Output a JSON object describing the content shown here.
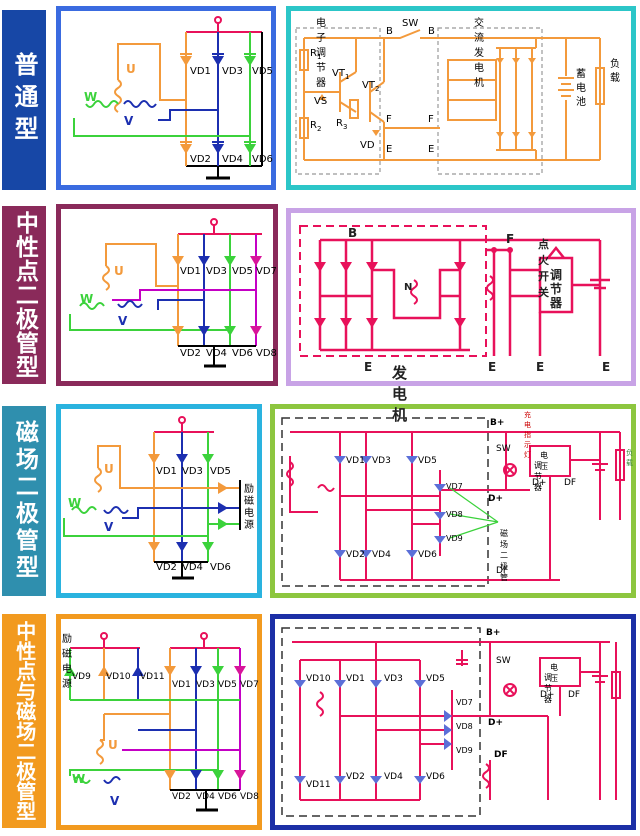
{
  "colors": {
    "row1_label_bg": "#1747a6",
    "row1_left_border": "#3a6be0",
    "row1_right_border": "#2cc6c8",
    "row2_label_bg": "#8a2a5a",
    "row2_left_border": "#8a2a5a",
    "row2_right_border": "#c8a3e6",
    "row3_label_bg": "#2f8fae",
    "row3_left_border": "#2ab3df",
    "row3_right_border": "#8dc63f",
    "row4_label_bg": "#f29a1f",
    "row4_left_border": "#f29a1f",
    "row4_right_border": "#1c2fa6",
    "wire_orange": "#f39a3c",
    "wire_blue": "#1c2fb0",
    "wire_green": "#3bd23b",
    "wire_red": "#e8115a",
    "wire_purple": "#c400c4",
    "diode_orange": "#f39a3c",
    "diode_blue": "#1c2fb0",
    "diode_green": "#3bd23b",
    "diode_pink": "#d8159a"
  },
  "sections": [
    {
      "label": "普通型"
    },
    {
      "label": "中性点二极管型"
    },
    {
      "label": "磁场二极管型"
    },
    {
      "label": "中性点与磁场二极管型"
    }
  ],
  "row1": {
    "left": {
      "diodes_top": [
        "VD1",
        "VD3",
        "VD5"
      ],
      "diodes_bottom": [
        "VD2",
        "VD4",
        "VD6"
      ],
      "phases": [
        "U",
        "V",
        "W"
      ]
    },
    "right": {
      "regulator_title": "电子调节器",
      "alternator_title": "交流发电机",
      "switch": "SW",
      "battery": "蓄电池",
      "load": "负载",
      "R1": "R",
      "R1_sub": "1",
      "R2": "R",
      "R2_sub": "2",
      "R3": "R",
      "R3_sub": "3",
      "VT1": "VT",
      "VT1_sub": "1",
      "VT2": "VT",
      "VT2_sub": "2",
      "VS": "VS",
      "VD": "VD",
      "B": "B",
      "F": "F",
      "E": "E"
    }
  },
  "row2": {
    "left": {
      "diodes_top": [
        "VD1",
        "VD3",
        "VD5",
        "VD7"
      ],
      "diodes_bottom": [
        "VD2",
        "VD4",
        "VD6",
        "VD8"
      ],
      "phases": [
        "U",
        "V",
        "W"
      ]
    },
    "right": {
      "B": "B",
      "F": "F",
      "E": "E",
      "N": "N",
      "ignition": "点火开关",
      "regulator": "调节器",
      "generator": "发电机"
    }
  },
  "row3": {
    "left": {
      "diodes_top": [
        "VD1",
        "VD3",
        "VD5"
      ],
      "diodes_bottom": [
        "VD2",
        "VD4",
        "VD6"
      ],
      "phases": [
        "U",
        "V",
        "W"
      ],
      "field_supply": "励磁电源"
    },
    "right": {
      "B": "B+",
      "lamp": "充电指示灯",
      "sw": "SW",
      "reg1": "电压",
      "reg2": "调节器",
      "D": "D+",
      "DF": "DF",
      "load": "负载",
      "field_diodes": "磁场二极管",
      "vd_top": [
        "VD1",
        "VD3",
        "VD5"
      ],
      "vd_bottom": [
        "VD2",
        "VD4",
        "VD6"
      ],
      "vd_field": [
        "VD7",
        "VD8",
        "VD9"
      ]
    }
  },
  "row4": {
    "left": {
      "diodes_top": [
        "VD9",
        "VD10",
        "VD11",
        "VD1",
        "VD3",
        "VD5",
        "VD7"
      ],
      "diodes_bottom": [
        "VD2",
        "VD4",
        "VD6",
        "VD8"
      ],
      "phases": [
        "U",
        "V",
        "W"
      ],
      "field_supply": "励磁电源"
    },
    "right": {
      "B": "B+",
      "sw": "SW",
      "reg1": "电压",
      "reg2": "调节器",
      "D": "D+",
      "DF": "DF",
      "vd_left": [
        "VD10",
        "VD11"
      ],
      "vd_top": [
        "VD1",
        "VD3",
        "VD5"
      ],
      "vd_bottom": [
        "VD2",
        "VD4",
        "VD6"
      ],
      "vd_field": [
        "VD7",
        "VD8",
        "VD9"
      ]
    }
  }
}
